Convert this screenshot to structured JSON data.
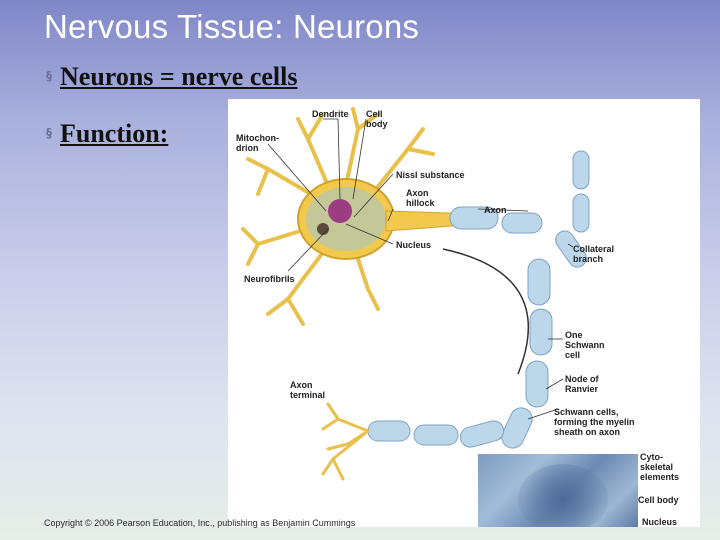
{
  "slide": {
    "title": "Nervous Tissue: Neurons",
    "bullets": [
      {
        "marker": "§",
        "text": "Neurons = nerve cells"
      },
      {
        "marker": "§",
        "text": "Function:"
      }
    ],
    "copyright": "Copyright © 2006 Pearson Education, Inc., publishing as Benjamin Cummings"
  },
  "figure": {
    "labels": {
      "dendrite": "Dendrite",
      "cell_body": "Cell\nbody",
      "mitochondrion": "Mitochon-\ndrion",
      "nissl": "Nissl substance",
      "axon_hillock": "Axon\nhillock",
      "axon": "Axon",
      "nucleus": "Nucleus",
      "collateral": "Collateral\nbranch",
      "neurofibrils": "Neurofibrils",
      "schwann_one": "One\nSchwann\ncell",
      "node": "Node of\nRanvier",
      "axon_terminal": "Axon\nterminal",
      "schwann_cells": "Schwann cells,\nforming the myelin\nsheath on axon",
      "cytoskeletal": "Cyto-\nskeletal\nelements",
      "micro_cell_body": "Cell body",
      "micro_nucleus": "Nucleus"
    }
  }
}
